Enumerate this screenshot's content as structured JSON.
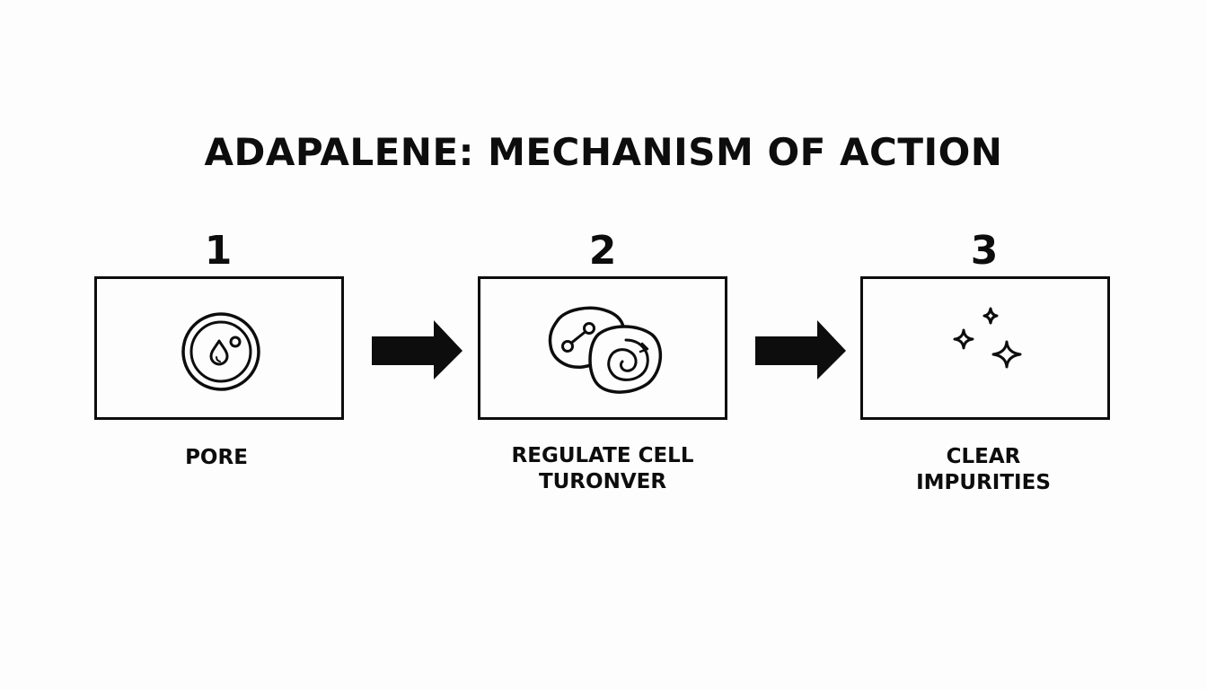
{
  "title": "ADAPALENE: MECHANISM OF ACTION",
  "steps": [
    {
      "number": "1",
      "label_lines": [
        "PORE"
      ],
      "icon": "pore-droplet-icon"
    },
    {
      "number": "2",
      "label_lines": [
        "REGULATE CELL",
        "TURONVER"
      ],
      "icon": "cell-turnover-icon"
    },
    {
      "number": "3",
      "label_lines": [
        "CLEAR",
        "IMPURITIES"
      ],
      "icon": "sparkles-icon"
    }
  ],
  "connectors": [
    "arrow-right-icon",
    "arrow-right-icon"
  ],
  "colors": {
    "ink": "#0d0d0d",
    "background": "#fdfdfd"
  }
}
